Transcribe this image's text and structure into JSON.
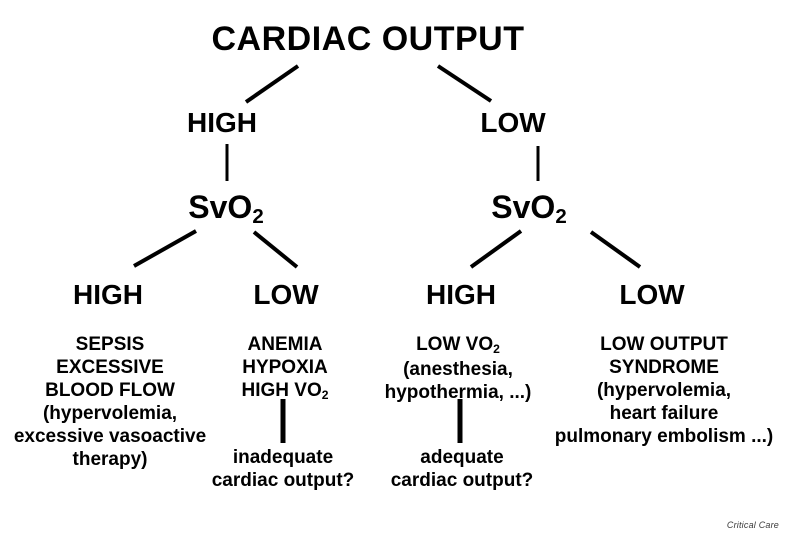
{
  "title": "CARDIAC OUTPUT",
  "credit": "Critical Care",
  "tree": {
    "high_branch": {
      "label": "HIGH",
      "node": {
        "base": "SvO",
        "sub": "2"
      },
      "leaves": {
        "high": {
          "label": "HIGH",
          "lines": [
            "SEPSIS",
            "EXCESSIVE",
            "BLOOD FLOW",
            "(hypervolemia,",
            "excessive vasoactive",
            "therapy)"
          ]
        },
        "low": {
          "label": "LOW",
          "lines": [
            "ANEMIA",
            "HYPOXIA"
          ],
          "vo2": {
            "base": "HIGH VO",
            "sub": "2"
          },
          "outcome": {
            "line1": "inadequate",
            "line2": "cardiac output?"
          }
        }
      }
    },
    "low_branch": {
      "label": "LOW",
      "node": {
        "base": "SvO",
        "sub": "2"
      },
      "leaves": {
        "high": {
          "label": "HIGH",
          "vo2": {
            "base": "LOW VO",
            "sub": "2"
          },
          "lines": [
            "(anesthesia,",
            "hypothermia, ...)"
          ],
          "outcome": {
            "line1": "adequate",
            "line2": "cardiac output?"
          }
        },
        "low": {
          "label": "LOW",
          "lines": [
            "LOW OUTPUT",
            "SYNDROME",
            "(hypervolemia,",
            "heart failure",
            "pulmonary embolism ...)"
          ]
        }
      }
    }
  }
}
